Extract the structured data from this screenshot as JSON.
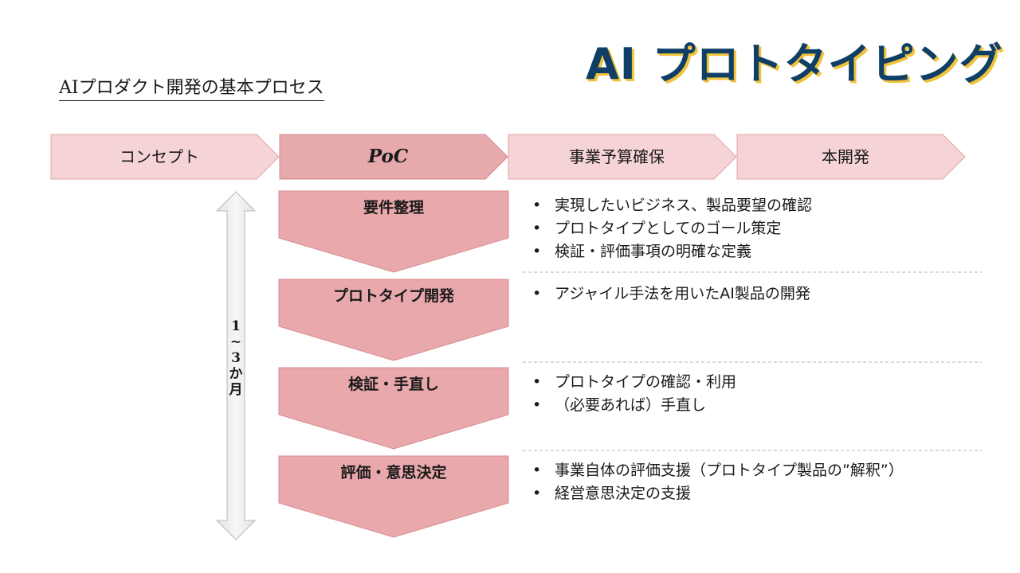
{
  "banner": "AI プロトタイピング",
  "subtitle": "AIプロダクト開発の基本プロセス",
  "process_steps": [
    {
      "label": "コンセプト",
      "highlight": false
    },
    {
      "label": "PoC",
      "highlight": true
    },
    {
      "label": "事業予算確保",
      "highlight": false
    },
    {
      "label": "本開発",
      "highlight": false
    }
  ],
  "duration": [
    "1",
    "~",
    "3",
    "か",
    "月"
  ],
  "phases": [
    {
      "title": "要件整理",
      "bullets": [
        "実現したいビジネス、製品要望の確認",
        "プロトタイプとしてのゴール策定",
        "検証・評価事項の明確な定義"
      ]
    },
    {
      "title": "プロトタイプ開発",
      "bullets": [
        "アジャイル手法を用いたAI製品の開発"
      ]
    },
    {
      "title": "検証・手直し",
      "bullets": [
        "プロトタイプの確認・利用",
        "（必要あれば）手直し"
      ]
    },
    {
      "title": "評価・意思決定",
      "bullets": [
        "事業自体の評価支援（プロトタイプ製品の”解釈”）",
        "経営意思決定の支援"
      ]
    }
  ],
  "colors": {
    "step_light": "#f5d3d6",
    "step_highlight": "#e6a9ac",
    "phase_fill": "#e9a8ab",
    "banner_text": "#0f3f66",
    "banner_shadow": "#f0c23a"
  }
}
